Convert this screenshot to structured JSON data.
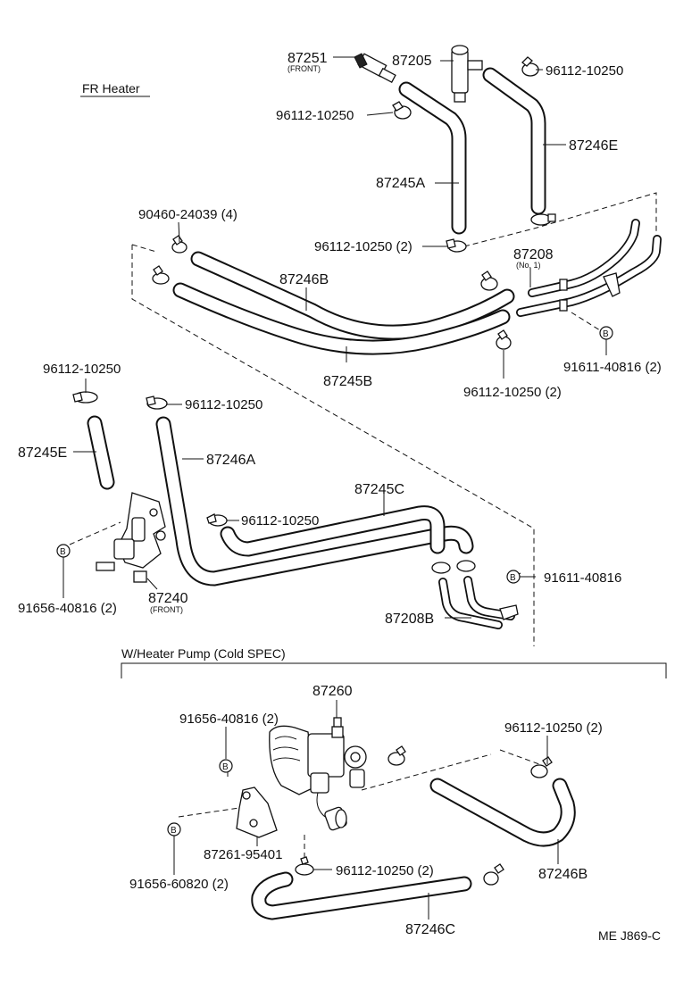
{
  "diagram": {
    "section_title": "FR Heater",
    "subsection_title": "W/Heater Pump (Cold SPEC)",
    "reference_code": "ME J869-C",
    "bolt_symbol": "B",
    "labels": {
      "p87251": "87251",
      "p87251_note": "(FRONT)",
      "p87205": "87205",
      "clamp_top_right": "96112-10250",
      "clamp_top_left": "96112-10250",
      "p87246E": "87246E",
      "p87245A": "87245A",
      "p90460": "90460-24039 (4)",
      "clamp_2_mid": "96112-10250 (2)",
      "p87208": "87208",
      "p87208_note": "(No. 1)",
      "p87246B_top": "87246B",
      "p87245B": "87245B",
      "bolt_91611_2": "91611-40816 (2)",
      "clamp_2_lower": "96112-10250 (2)",
      "clamp_left": "96112-10250",
      "clamp_left2": "96112-10250",
      "p87245E": "87245E",
      "p87246A": "87246A",
      "p87245C": "87245C",
      "clamp_mid_lower": "96112-10250",
      "bolt_91611": "91611-40816",
      "bolt_91656_2": "91656-40816 (2)",
      "p87240": "87240",
      "p87240_note": "(FRONT)",
      "p87208B": "87208B",
      "p87260": "87260",
      "bolt_91656_pump": "91656-40816 (2)",
      "clamp_pump_right": "96112-10250 (2)",
      "p87261": "87261-95401",
      "bolt_91656_60820": "91656-60820 (2)",
      "clamp_pump_bottom": "96112-10250 (2)",
      "p87246B_bottom": "87246B",
      "p87246C": "87246C"
    }
  }
}
